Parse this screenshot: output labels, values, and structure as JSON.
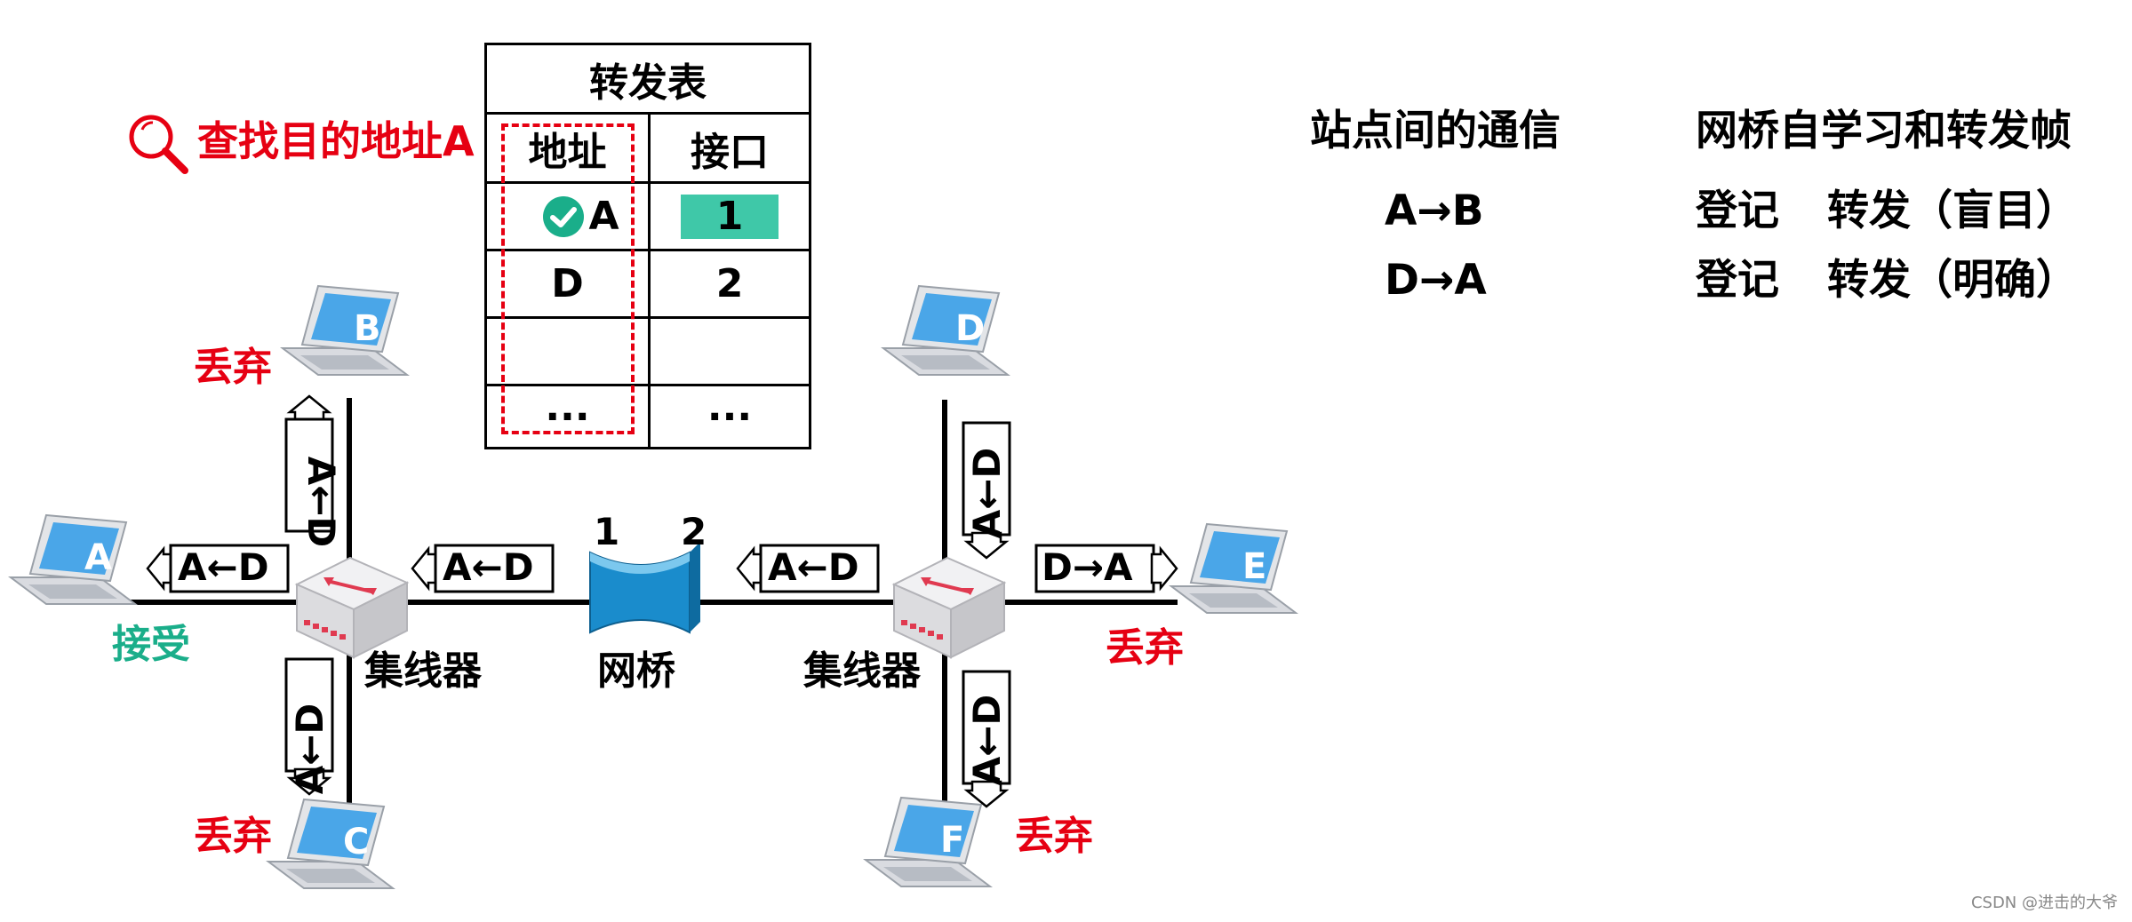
{
  "search": {
    "label": "查找目的地址A"
  },
  "table": {
    "title": "转发表",
    "headers": [
      "地址",
      "接口"
    ],
    "rows": [
      {
        "address": "A",
        "port": "1"
      },
      {
        "address": "D",
        "port": "2"
      },
      {
        "address": "",
        "port": ""
      },
      {
        "address": "···",
        "port": "···"
      }
    ]
  },
  "comm": {
    "title": "站点间的通信",
    "rows": [
      "A→B",
      "D→A"
    ]
  },
  "learn": {
    "title": "网桥自学习和转发帧",
    "rows": [
      {
        "register": "登记",
        "forward": "转发（盲目）"
      },
      {
        "register": "登记",
        "forward": "转发（明确）"
      }
    ]
  },
  "hosts": [
    "A",
    "B",
    "C",
    "D",
    "E",
    "F"
  ],
  "status": {
    "accept": "接受",
    "discard": "丢弃"
  },
  "devices": {
    "hub": "集线器",
    "bridge": "网桥",
    "port1": "1",
    "port2": "2"
  },
  "frames": {
    "to_a": "A←D",
    "d_to_a": "D→A"
  },
  "watermark": "CSDN @进击的大爷",
  "colors": {
    "discard": "#e60012",
    "accept": "#1aae8a",
    "laptop_screen": "#4aa6e8",
    "bridge": "#1a8ccc",
    "hub_led": "#e03a50",
    "highlight_cell": "#3fc8a8"
  }
}
